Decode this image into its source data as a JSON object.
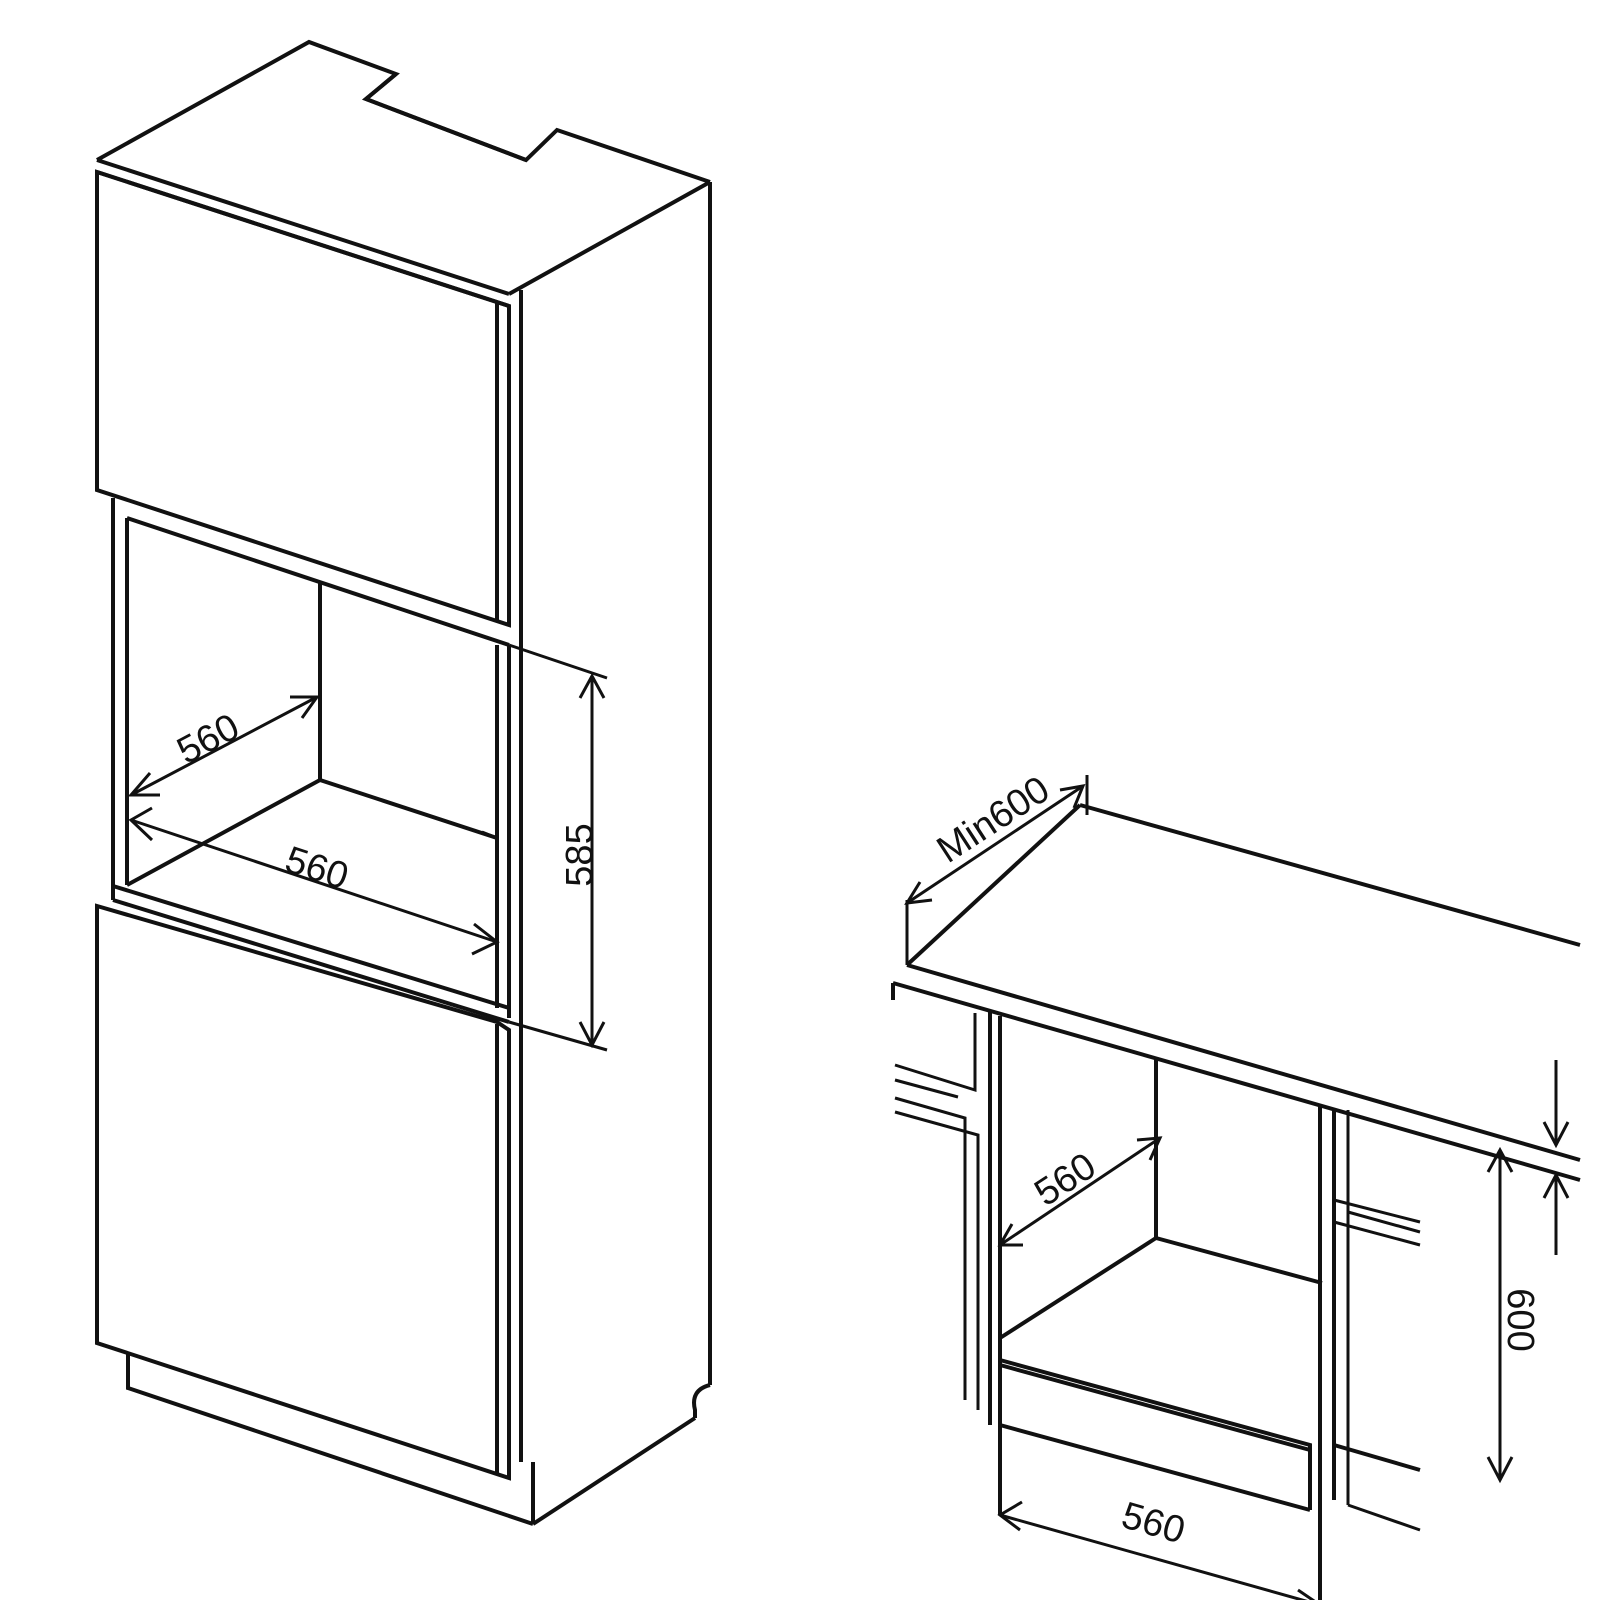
{
  "labels": {
    "tall_depth": "560",
    "tall_width": "560",
    "tall_height": "585",
    "counter_min": "Min600",
    "under_depth": "560",
    "under_height": "600",
    "under_width": "560"
  }
}
